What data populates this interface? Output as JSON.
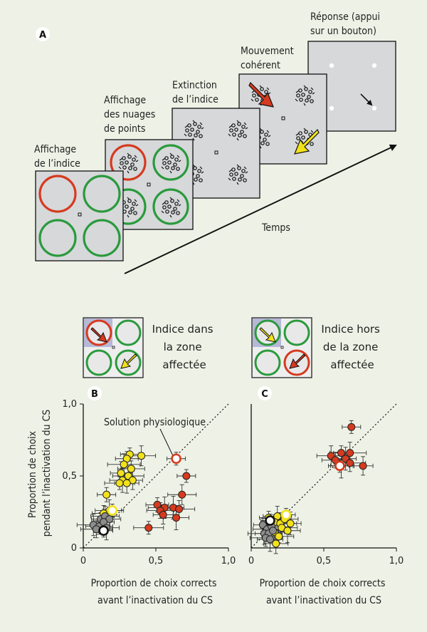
{
  "figure": {
    "panel_a_label": "A",
    "stages": [
      {
        "label_lines": [
          "Affichage",
          "de l’indice"
        ]
      },
      {
        "label_lines": [
          "Affichage",
          "des nuages",
          "de points"
        ]
      },
      {
        "label_lines": [
          "Extinction",
          "de l’indice"
        ]
      },
      {
        "label_lines": [
          "Mouvement",
          "cohérent"
        ]
      },
      {
        "label_lines": [
          "Réponse (appui",
          "sur un bouton)"
        ]
      }
    ],
    "time_label": "Temps",
    "legend": {
      "in_zone_lines": [
        "Indice dans",
        "la zone",
        "affectée"
      ],
      "out_zone_lines": [
        "Indice hors",
        "de la zone",
        "affectée"
      ]
    },
    "colors": {
      "background": "#eef2e6",
      "screen": "#d6d8da",
      "red": "#d63a1f",
      "green": "#2a9a3c",
      "yellow": "#f2e21a",
      "gray": "#8c8c8c",
      "zone": "#b6b8d8"
    }
  },
  "chart_data": [
    {
      "panel": "B",
      "type": "scatter",
      "ylabel_lines": [
        "Proportion de choix",
        "pendant l’inactivation du CS"
      ],
      "xlabel_lines": [
        "Proportion de choix corrects",
        "avant l’inactivation du CS"
      ],
      "xticks": [
        "0",
        "0,5",
        "1,0"
      ],
      "yticks": [
        "0",
        "0,5",
        "1,0"
      ],
      "xlim": [
        0,
        1
      ],
      "ylim": [
        0,
        1
      ],
      "annotation": "Solution physiologique",
      "series": [
        {
          "kind": "yellow",
          "points": [
            [
              0.32,
              0.65
            ],
            [
              0.4,
              0.64
            ],
            [
              0.3,
              0.62
            ],
            [
              0.28,
              0.58
            ],
            [
              0.33,
              0.55
            ],
            [
              0.26,
              0.52
            ],
            [
              0.31,
              0.5
            ],
            [
              0.27,
              0.47
            ],
            [
              0.34,
              0.47
            ],
            [
              0.25,
              0.45
            ],
            [
              0.3,
              0.45
            ],
            [
              0.16,
              0.37
            ],
            [
              0.18,
              0.26
            ],
            [
              0.14,
              0.24
            ]
          ]
        },
        {
          "kind": "gray",
          "points": [
            [
              0.12,
              0.2
            ],
            [
              0.15,
              0.22
            ],
            [
              0.18,
              0.2
            ],
            [
              0.07,
              0.16
            ],
            [
              0.11,
              0.15
            ],
            [
              0.14,
              0.18
            ],
            [
              0.09,
              0.13
            ],
            [
              0.16,
              0.14
            ]
          ]
        },
        {
          "kind": "red",
          "points": [
            [
              0.71,
              0.5
            ],
            [
              0.68,
              0.37
            ],
            [
              0.51,
              0.3
            ],
            [
              0.56,
              0.28
            ],
            [
              0.53,
              0.26
            ],
            [
              0.62,
              0.28
            ],
            [
              0.66,
              0.27
            ],
            [
              0.64,
              0.21
            ],
            [
              0.55,
              0.23
            ],
            [
              0.45,
              0.14
            ]
          ]
        },
        {
          "kind": "red-open",
          "points": [
            [
              0.64,
              0.62
            ]
          ]
        },
        {
          "kind": "yellow-open",
          "points": [
            [
              0.2,
              0.26
            ]
          ]
        },
        {
          "kind": "white-open",
          "points": [
            [
              0.14,
              0.12
            ]
          ]
        }
      ]
    },
    {
      "panel": "C",
      "type": "scatter",
      "xlabel_lines": [
        "Proportion de choix corrects",
        "avant l’inactivation du CS"
      ],
      "xticks": [
        "0",
        "0,5",
        "1,0"
      ],
      "xlim": [
        0,
        1
      ],
      "ylim": [
        0,
        1
      ],
      "series": [
        {
          "kind": "red",
          "points": [
            [
              0.69,
              0.84
            ],
            [
              0.55,
              0.64
            ],
            [
              0.62,
              0.66
            ],
            [
              0.68,
              0.66
            ],
            [
              0.58,
              0.61
            ],
            [
              0.65,
              0.62
            ],
            [
              0.68,
              0.59
            ],
            [
              0.62,
              0.57
            ],
            [
              0.77,
              0.57
            ]
          ]
        },
        {
          "kind": "red-open",
          "points": [
            [
              0.61,
              0.57
            ]
          ]
        },
        {
          "kind": "yellow",
          "points": [
            [
              0.12,
              0.21
            ],
            [
              0.18,
              0.22
            ],
            [
              0.16,
              0.18
            ],
            [
              0.2,
              0.17
            ],
            [
              0.23,
              0.2
            ],
            [
              0.27,
              0.17
            ],
            [
              0.21,
              0.14
            ],
            [
              0.25,
              0.12
            ],
            [
              0.16,
              0.11
            ],
            [
              0.19,
              0.08
            ],
            [
              0.17,
              0.03
            ]
          ]
        },
        {
          "kind": "gray",
          "points": [
            [
              0.08,
              0.16
            ],
            [
              0.11,
              0.13
            ],
            [
              0.14,
              0.15
            ],
            [
              0.09,
              0.1
            ],
            [
              0.12,
              0.1
            ],
            [
              0.15,
              0.12
            ],
            [
              0.1,
              0.07
            ],
            [
              0.13,
              0.06
            ]
          ]
        },
        {
          "kind": "white-open",
          "points": [
            [
              0.13,
              0.19
            ]
          ]
        },
        {
          "kind": "yellow-open",
          "points": [
            [
              0.24,
              0.23
            ]
          ]
        }
      ]
    }
  ]
}
